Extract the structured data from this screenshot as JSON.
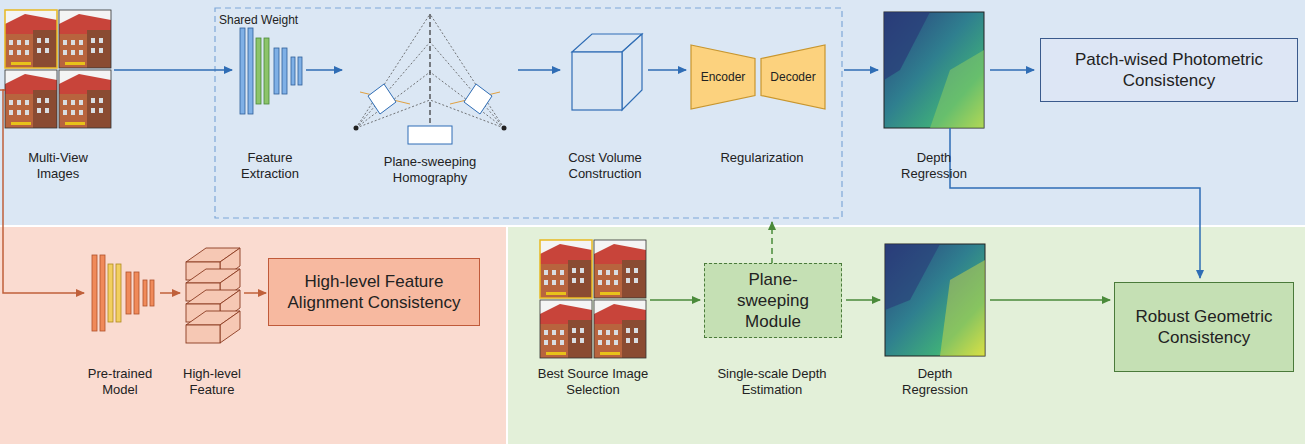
{
  "diagram": {
    "nodes": [
      {
        "text": [
          "Encoder"
        ]
      },
      {
        "text": [
          "Decoder"
        ]
      },
      {
        "text": [
          "Patch-wised Photometric Consistency"
        ]
      },
      {
        "text": [
          "High-level Feature Alignment Consistency"
        ]
      },
      {
        "text": [
          "Plane-sweeping Module"
        ]
      },
      {
        "text": [
          "Robust Geometric Consistency"
        ]
      }
    ],
    "labels": [
      "Shared Weight",
      "Multi-View Images",
      "Feature Extraction",
      "Plane-sweeping Homography",
      "Cost Volume Construction",
      "Regularization",
      "Depth Regression",
      "Pre-trained Model",
      "High-level Feature",
      "Best Source Image Selection",
      "Single-scale Depth Estimation",
      "Depth Regression"
    ]
  }
}
